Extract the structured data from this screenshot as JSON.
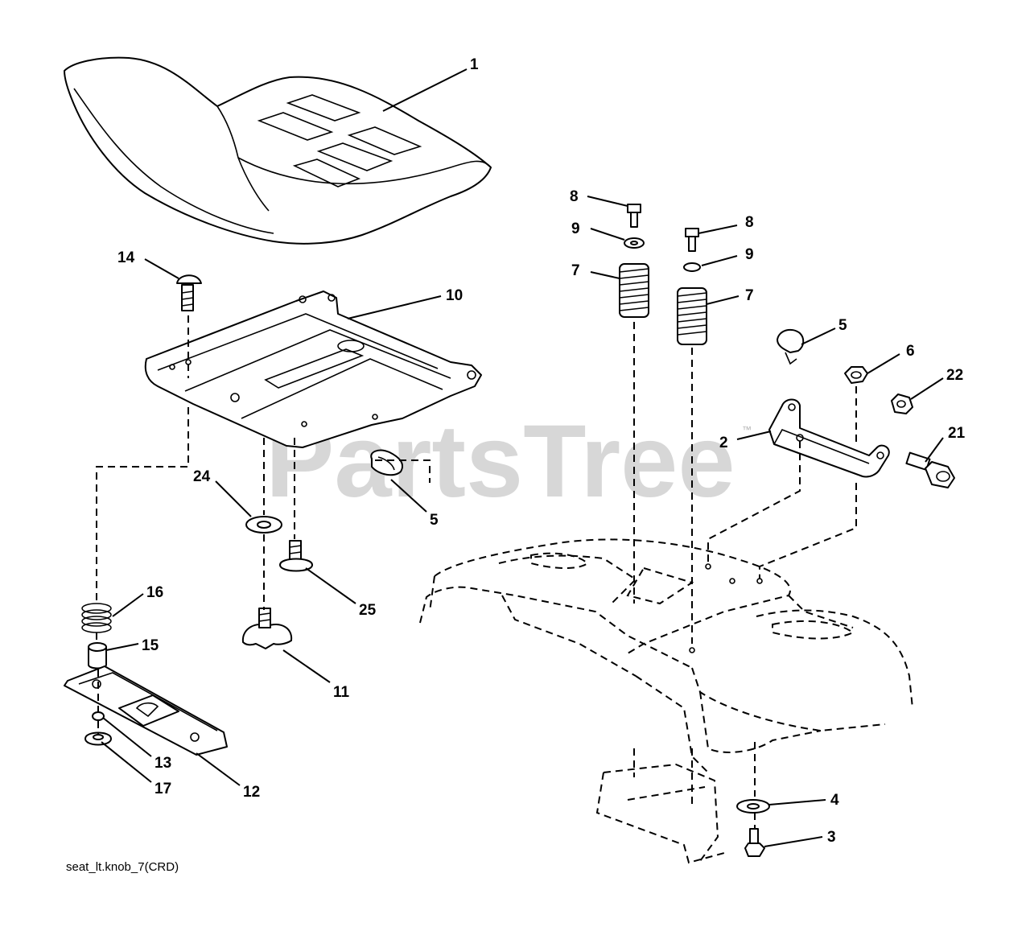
{
  "watermark": {
    "text": "PartsTree",
    "trademark": "™"
  },
  "caption": "seat_lt.knob_7(CRD)",
  "callouts": [
    {
      "id": "1",
      "label": "1"
    },
    {
      "id": "14",
      "label": "14"
    },
    {
      "id": "10",
      "label": "10"
    },
    {
      "id": "24",
      "label": "24"
    },
    {
      "id": "5a",
      "label": "5"
    },
    {
      "id": "16",
      "label": "16"
    },
    {
      "id": "25",
      "label": "25"
    },
    {
      "id": "15",
      "label": "15"
    },
    {
      "id": "11",
      "label": "11"
    },
    {
      "id": "13",
      "label": "13"
    },
    {
      "id": "17",
      "label": "17"
    },
    {
      "id": "12",
      "label": "12"
    },
    {
      "id": "8a",
      "label": "8"
    },
    {
      "id": "9a",
      "label": "9"
    },
    {
      "id": "7a",
      "label": "7"
    },
    {
      "id": "8b",
      "label": "8"
    },
    {
      "id": "9b",
      "label": "9"
    },
    {
      "id": "7b",
      "label": "7"
    },
    {
      "id": "5b",
      "label": "5"
    },
    {
      "id": "6",
      "label": "6"
    },
    {
      "id": "22",
      "label": "22"
    },
    {
      "id": "2",
      "label": "2"
    },
    {
      "id": "21",
      "label": "21"
    },
    {
      "id": "4",
      "label": "4"
    },
    {
      "id": "3",
      "label": "3"
    }
  ]
}
